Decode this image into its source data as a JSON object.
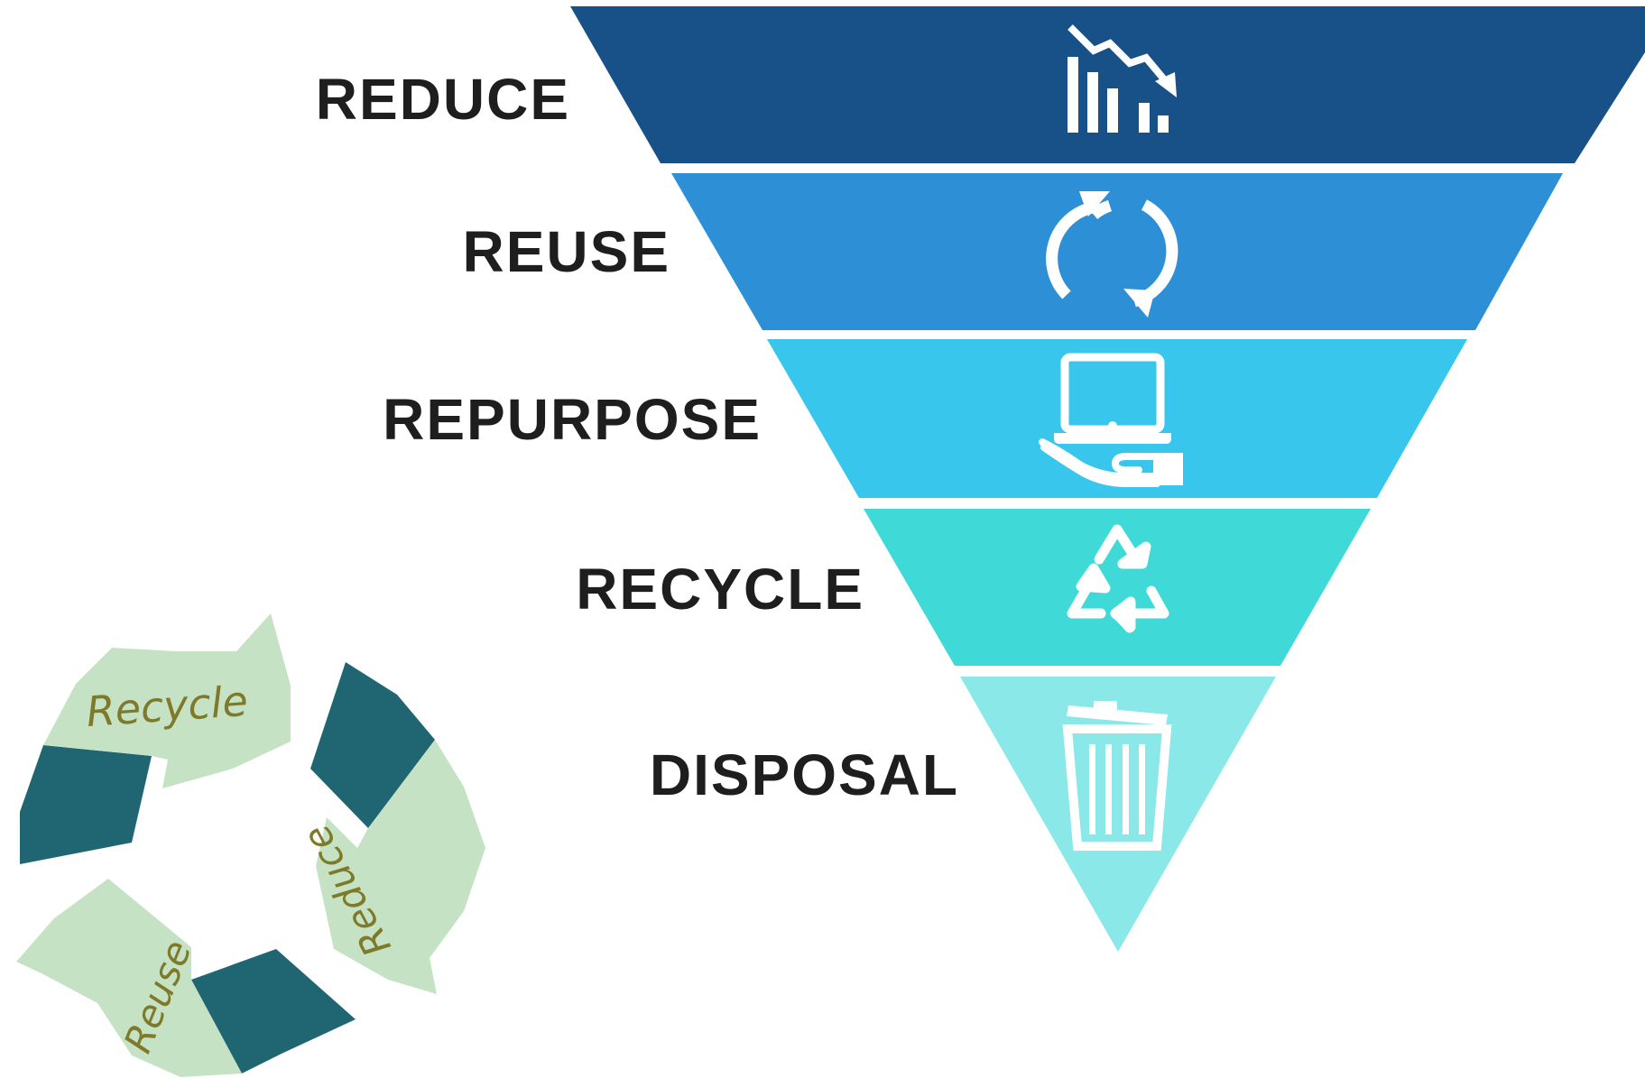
{
  "hierarchy": {
    "tiers": [
      {
        "label": "REDUCE",
        "color": "#175187",
        "icon": "declining-bar-chart-icon"
      },
      {
        "label": "REUSE",
        "color": "#2d8fd5",
        "icon": "refresh-cycle-icon"
      },
      {
        "label": "REPURPOSE",
        "color": "#38c6ed",
        "icon": "laptop-in-hand-icon"
      },
      {
        "label": "RECYCLE",
        "color": "#3fdad7",
        "icon": "recycle-triangle-icon"
      },
      {
        "label": "DISPOSAL",
        "color": "#8be8e8",
        "icon": "trash-can-icon"
      }
    ]
  },
  "recycle_badge": {
    "arrows": [
      {
        "label": "Recycle"
      },
      {
        "label": "Reduce"
      },
      {
        "label": "Reuse"
      }
    ],
    "colors": {
      "light": "#c5e3c4",
      "dark": "#1f6672",
      "text": "#7f7a2a"
    }
  }
}
